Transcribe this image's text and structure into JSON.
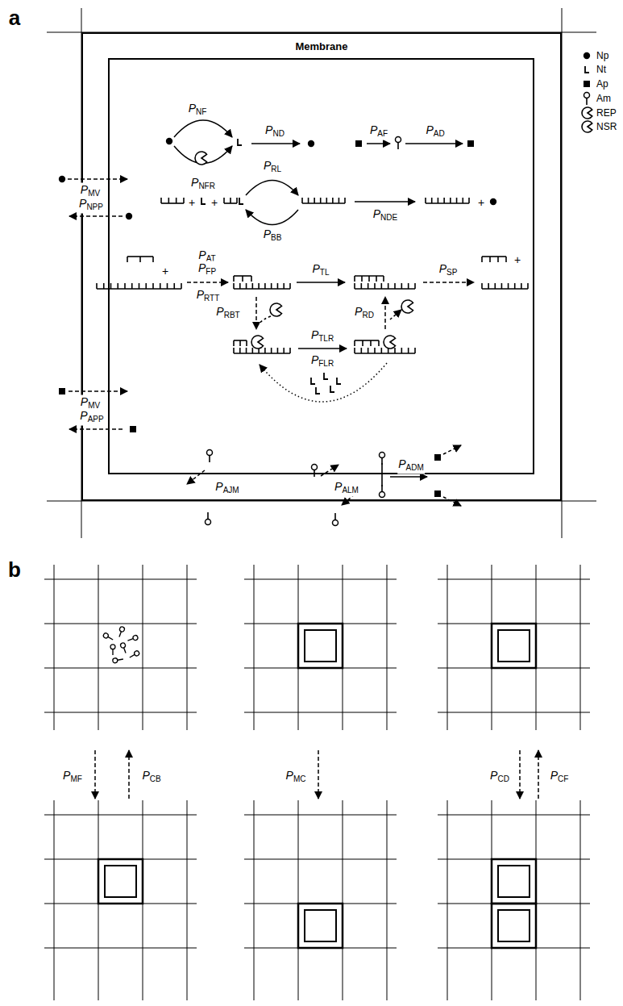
{
  "diagram": {
    "nodes": [
      {
        "text": [
          "Membrane"
        ]
      }
    ],
    "labels": [
      "a",
      "PNF",
      "PNFR",
      "PND",
      "PAF",
      "PAD",
      "PMV",
      "PNPP",
      "+",
      "+",
      "PRL",
      "PBB",
      "PNDE",
      "+",
      "+",
      "PAT",
      "PFP",
      "PRTT",
      "PTL",
      "PSP",
      "+",
      "PRBT",
      "PRD",
      "PTLR",
      "PFLR",
      "PMV",
      "PAPP",
      "PAJM",
      "PALM",
      "PADM",
      "b",
      "PMF",
      "PCB",
      "PMC",
      "PCD",
      "PCF"
    ],
    "legend": [
      {
        "text": "Np"
      },
      {
        "text": "Nt"
      },
      {
        "text": "Ap"
      },
      {
        "text": "Am"
      },
      {
        "text": "REP"
      },
      {
        "text": "NSR"
      }
    ]
  }
}
